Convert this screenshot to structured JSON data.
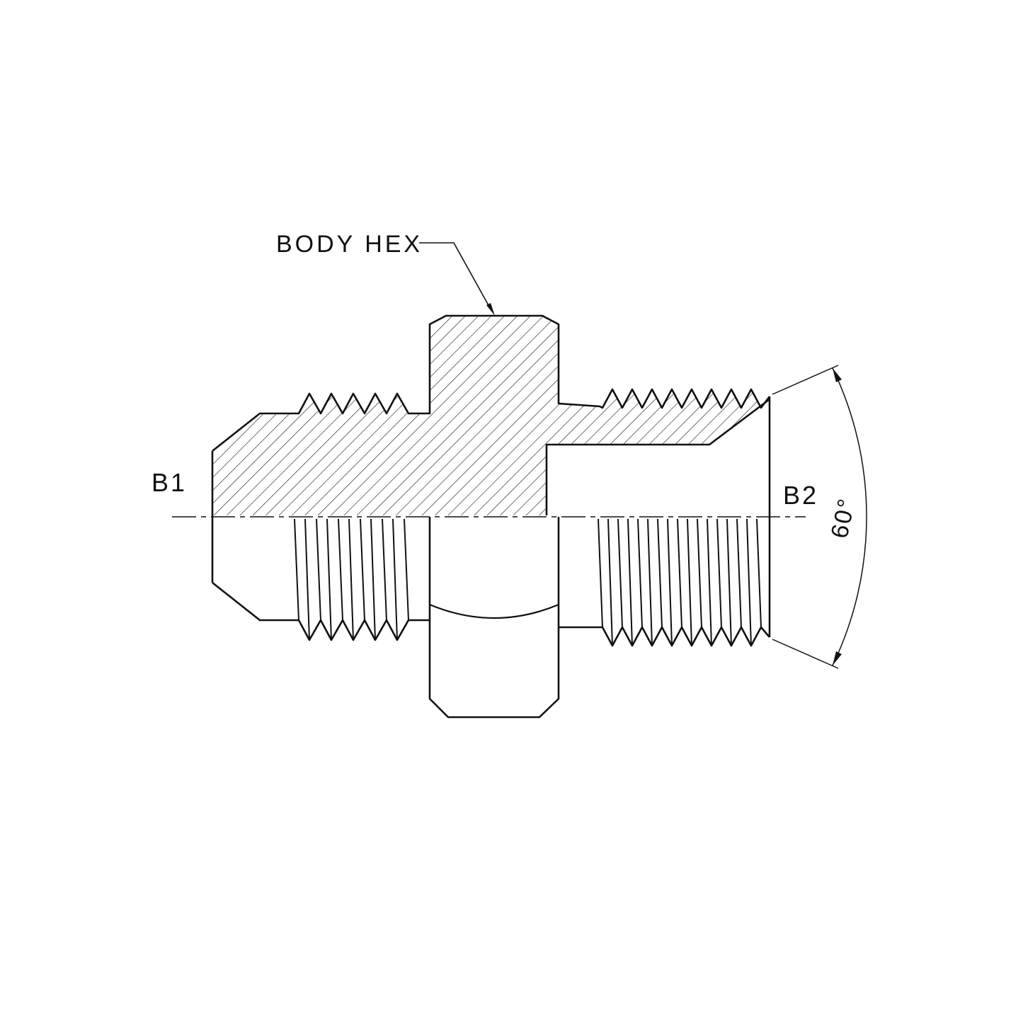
{
  "meta": {
    "background": "#ffffff",
    "ink": "#111111"
  },
  "drawing": {
    "body_hex_label": "BODY HEX",
    "b1_label": "B1",
    "b2_label": "B2",
    "angle_label": "60°"
  }
}
